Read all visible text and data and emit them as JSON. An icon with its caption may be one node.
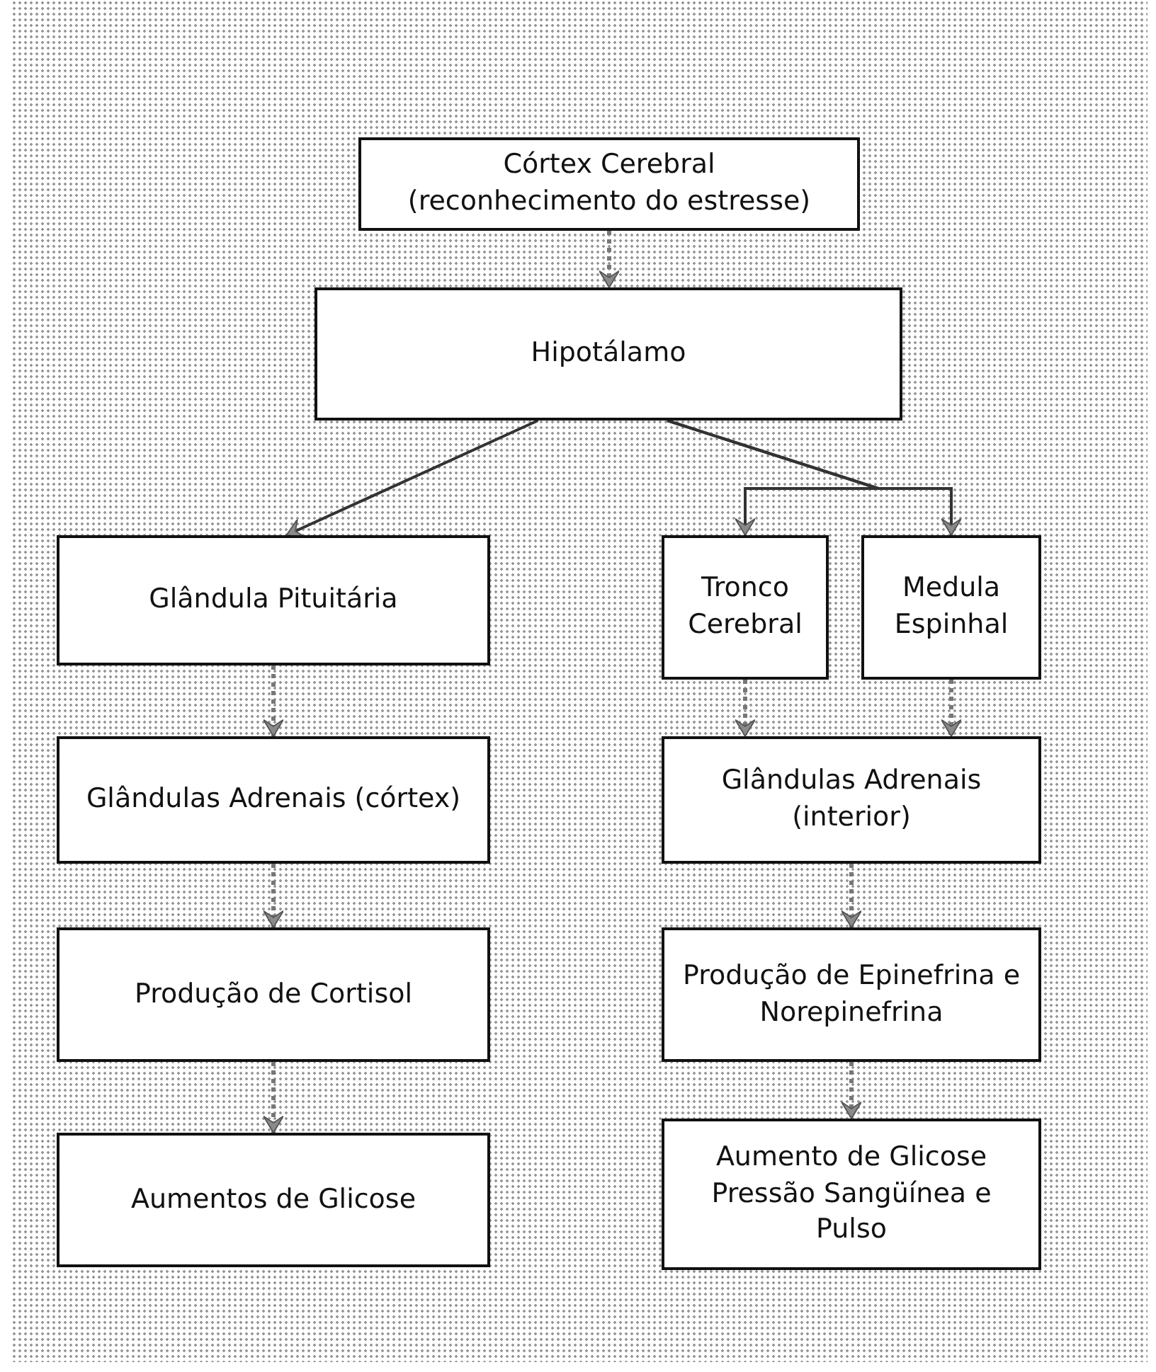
{
  "diagram": {
    "nodes": [
      {
        "text": [
          "Córtex Cerebral",
          "(reconhecimento do estresse)"
        ]
      },
      {
        "text": [
          "Hipotálamo"
        ]
      },
      {
        "text": [
          "Glândula Pituitária"
        ]
      },
      {
        "text": [
          "Tronco Cerebral"
        ]
      },
      {
        "text": [
          "Medula Espinhal"
        ]
      },
      {
        "text": [
          "Glândulas Adrenais (córtex)"
        ]
      },
      {
        "text": [
          "Glândulas Adrenais (interior)"
        ]
      },
      {
        "text": [
          "Produção de Cortisol"
        ]
      },
      {
        "text": [
          "Produção de Epinefrina e Norepinefrina"
        ]
      },
      {
        "text": [
          "Aumentos de Glicose"
        ]
      },
      {
        "text": [
          "Aumento de Glicose Pressão Sangüínea e Pulso"
        ]
      }
    ],
    "edges": [
      {
        "from": 0,
        "to": 1,
        "arrow": "to",
        "style": "dashed"
      },
      {
        "from": 1,
        "to": 2,
        "arrow": "to"
      },
      {
        "from": 1,
        "to": 3,
        "arrow": "to"
      },
      {
        "from": 1,
        "to": 4,
        "arrow": "to"
      },
      {
        "from": 2,
        "to": 5,
        "arrow": "to",
        "style": "dashed"
      },
      {
        "from": 3,
        "to": 6,
        "arrow": "to",
        "style": "dashed"
      },
      {
        "from": 4,
        "to": 6,
        "arrow": "to",
        "style": "dashed"
      },
      {
        "from": 5,
        "to": 7,
        "arrow": "to",
        "style": "dashed"
      },
      {
        "from": 6,
        "to": 8,
        "arrow": "to",
        "style": "dashed"
      },
      {
        "from": 7,
        "to": 9,
        "arrow": "to",
        "style": "dashed"
      },
      {
        "from": 8,
        "to": 10,
        "arrow": "to",
        "style": "dashed"
      }
    ]
  }
}
